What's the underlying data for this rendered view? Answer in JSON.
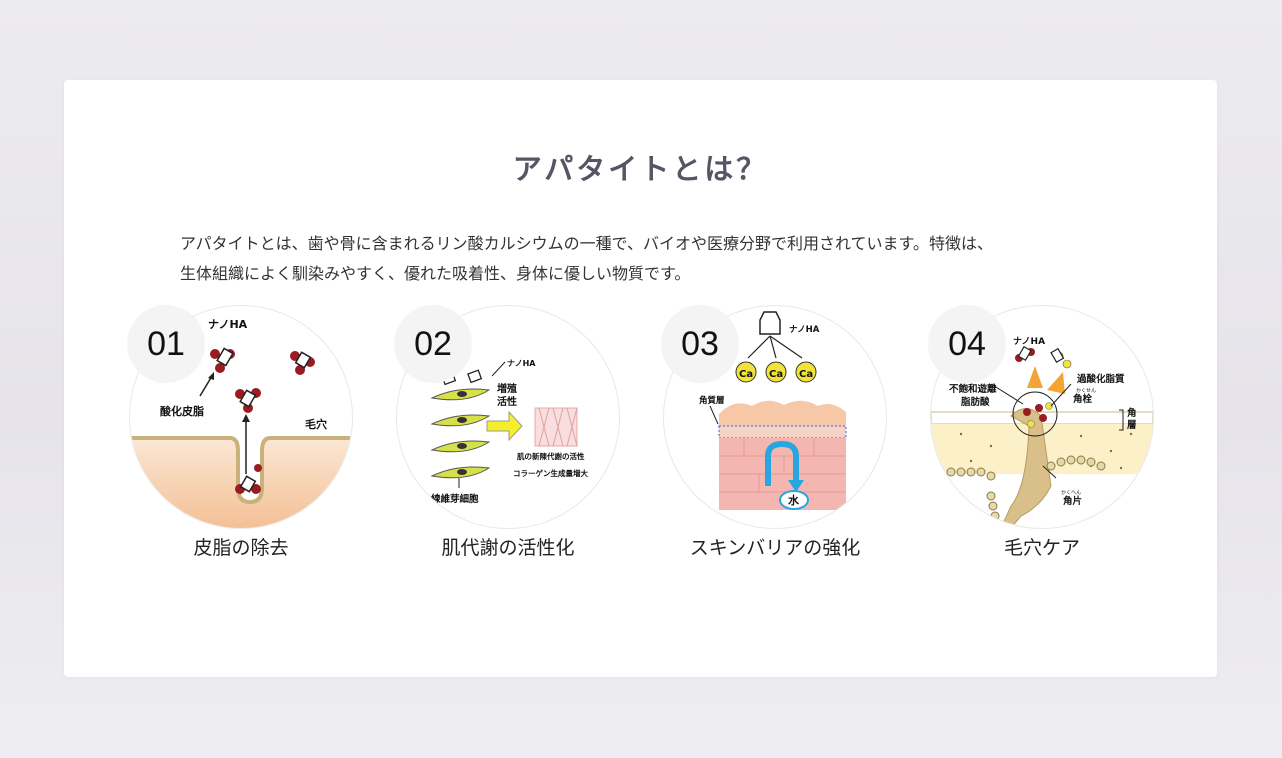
{
  "section": {
    "title": "アパタイトとは？",
    "description_lines": [
      "アパタイトとは、歯や骨に含まれるリン酸カルシウムの一種で、バイオや医療分野で利用されています。特徴は、",
      "生体組織によく馴染みやすく、優れた吸着性、身体に優しい物質です。"
    ]
  },
  "features": [
    {
      "number": "01",
      "caption": "皮脂の除去",
      "labels": {
        "nano": "ナノHA",
        "sebum": "酸化皮脂",
        "pore": "毛穴"
      }
    },
    {
      "number": "02",
      "caption": "肌代謝の活性化",
      "labels": {
        "nano": "ナノHA",
        "growth1": "増殖",
        "growth2": "活性",
        "fibro": "線維芽細胞",
        "meta": "肌の新陳代謝の活性",
        "collagen": "コラーゲン生成量増大"
      }
    },
    {
      "number": "03",
      "caption": "スキンバリアの強化",
      "labels": {
        "nano": "ナノHA",
        "ca": "Ca",
        "stratum": "角質層",
        "water": "水"
      }
    },
    {
      "number": "04",
      "caption": "毛穴ケア",
      "labels": {
        "nano": "ナノHA",
        "peroxide": "過酸化脂質",
        "unsat1": "不飽和遊離",
        "unsat2": "脂肪酸",
        "plug": "角栓",
        "layer1": "角",
        "layer2": "層",
        "flake": "角片",
        "ruby_plug": "かくせん",
        "ruby_flake": "かくへん"
      }
    }
  ],
  "colors": {
    "title": "#555566",
    "text": "#333333",
    "particle": "#9b1b22",
    "cell": "#d6e04a",
    "ca": "#f2e33a",
    "arrow_blue": "#28a6e0",
    "skin": "#f5c9a8"
  }
}
